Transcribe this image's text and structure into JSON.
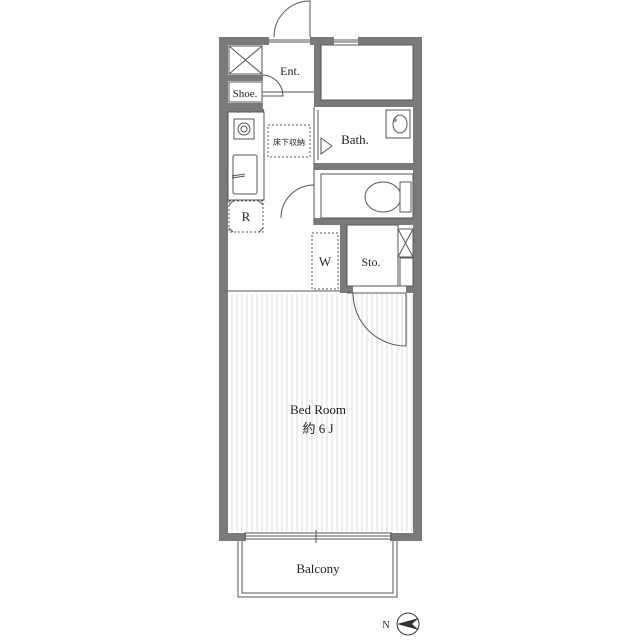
{
  "rooms": {
    "entrance": "Ent.",
    "shoe": "Shoe.",
    "bath": "Bath.",
    "underfloor": "床下収納",
    "refrigerator": "R",
    "washer": "W",
    "storage": "Sto.",
    "bedroom": "Bed Room",
    "bedroom_size": "約 6 J",
    "balcony": "Balcony"
  },
  "compass": {
    "north": "N"
  },
  "colors": {
    "wall": "#7a7a7a",
    "line": "#555555",
    "floor_lines": "#d6d6d6"
  }
}
